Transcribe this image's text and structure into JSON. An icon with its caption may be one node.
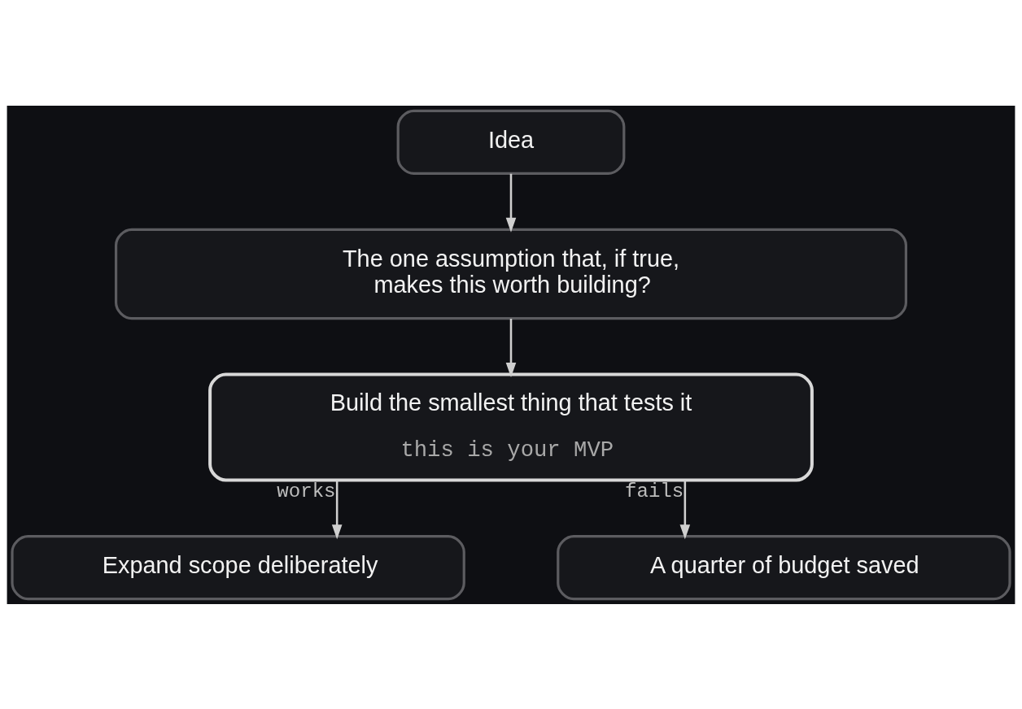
{
  "diagram": {
    "nodes": [
      {
        "text": [
          "Idea"
        ]
      },
      {
        "text": [
          "The one assumption that, if true, makes this worth building?"
        ]
      },
      {
        "text": [
          "Build the smallest thing that tests it",
          "this is your MVP"
        ]
      },
      {
        "text": [
          "Expand scope deliberately"
        ]
      },
      {
        "text": [
          "A quarter of budget saved"
        ]
      }
    ],
    "edges": [
      {
        "from": 0,
        "to": 1,
        "arrow": "to"
      },
      {
        "from": 1,
        "to": 2,
        "arrow": "to"
      },
      {
        "from": 2,
        "to": 3,
        "arrow": "to",
        "label": "works"
      },
      {
        "from": 2,
        "to": 4,
        "arrow": "to",
        "label": "fails"
      }
    ]
  }
}
